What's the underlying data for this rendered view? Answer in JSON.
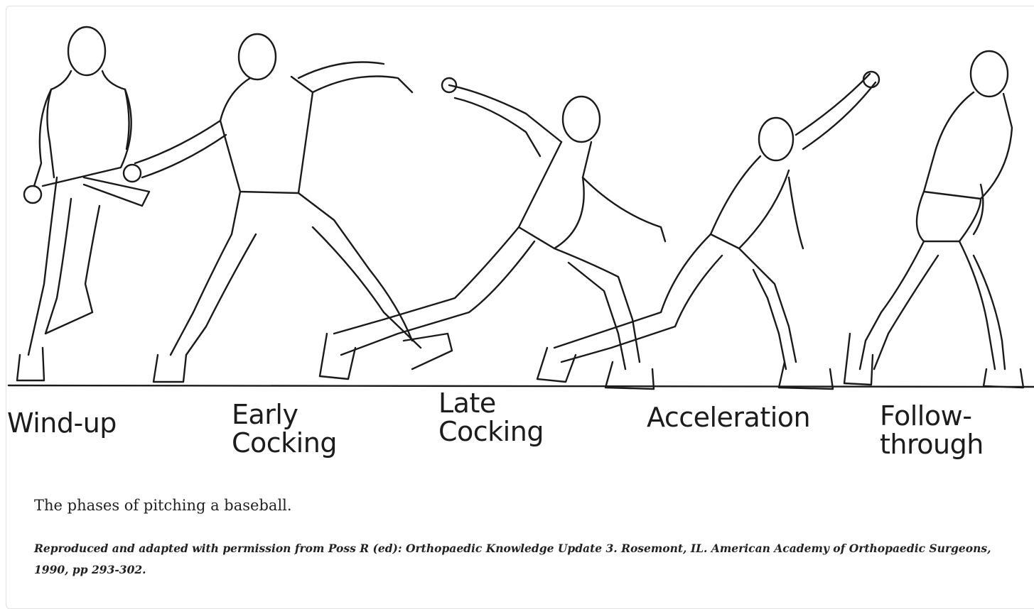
{
  "figure": {
    "phases": [
      {
        "id": "windup",
        "label": "Wind-up"
      },
      {
        "id": "early",
        "label": "Early\nCocking"
      },
      {
        "id": "late",
        "label": "Late\nCocking"
      },
      {
        "id": "accel",
        "label": "Acceleration"
      },
      {
        "id": "follow",
        "label": "Follow-\nthrough"
      }
    ],
    "caption": "The phases of pitching a baseball.",
    "credit": "Reproduced and adapted with permission from Poss R (ed): Orthopaedic Knowledge Update 3. Rosemont, IL. American Academy of Orthopaedic Surgeons, 1990, pp 293-302."
  }
}
